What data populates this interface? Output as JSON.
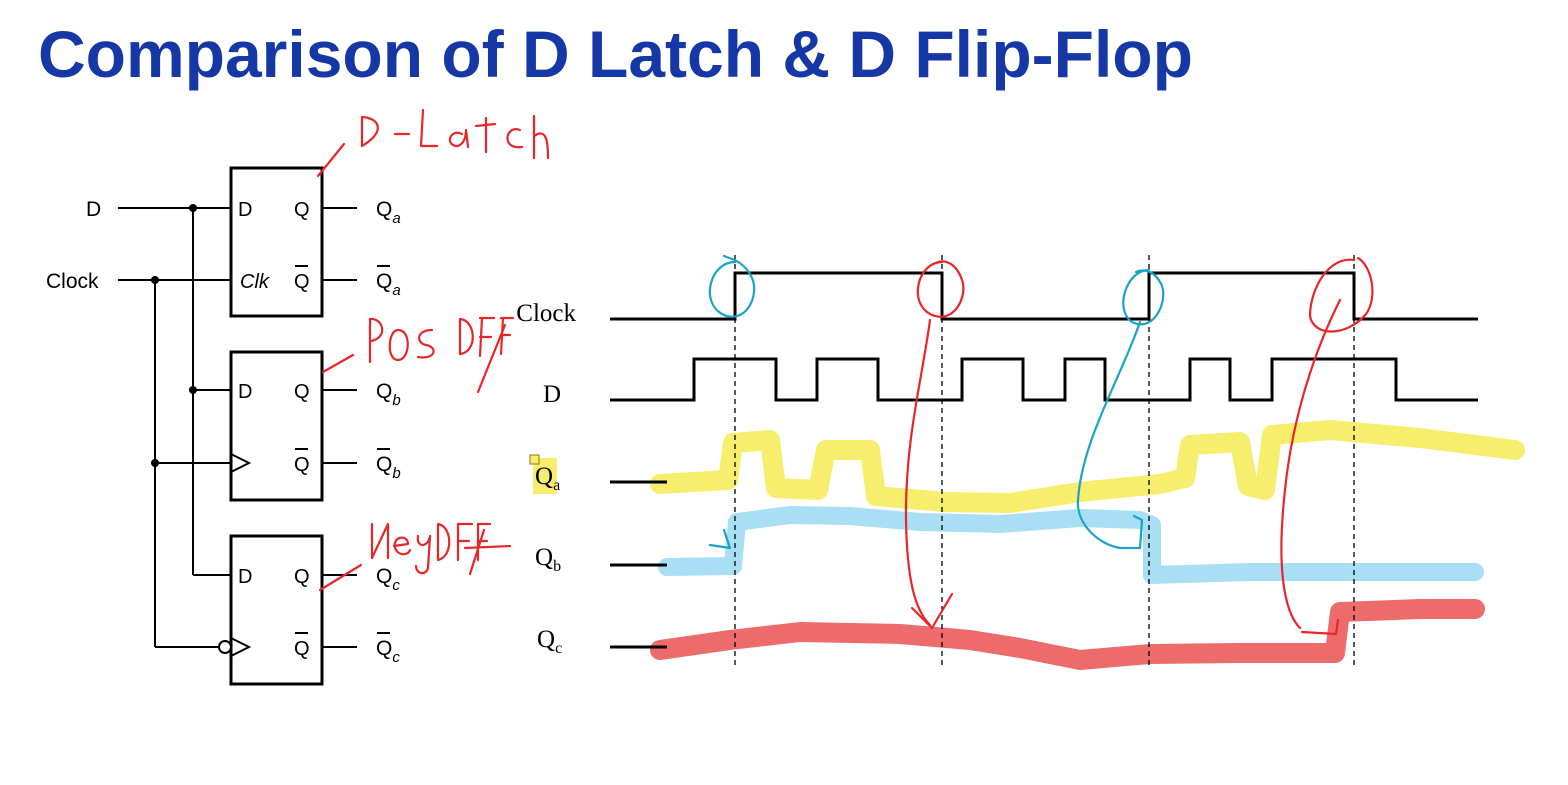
{
  "title": "Comparison of D Latch & D Flip-Flop",
  "circuit": {
    "inputs": {
      "d": "D",
      "clock": "Clock"
    },
    "blocks": [
      {
        "id": "latch",
        "pin_d": "D",
        "pin_q": "Q",
        "pin_clk": "Clk",
        "pin_qbar": "Q",
        "out_q": "Q",
        "out_q_sub": "a",
        "out_qbar": "Q",
        "out_qbar_sub": "a"
      },
      {
        "id": "pos-ff",
        "pin_d": "D",
        "pin_q": "Q",
        "pin_qbar": "Q",
        "out_q": "Q",
        "out_q_sub": "b",
        "out_qbar": "Q",
        "out_qbar_sub": "b"
      },
      {
        "id": "neg-ff",
        "pin_d": "D",
        "pin_q": "Q",
        "pin_qbar": "Q",
        "out_q": "Q",
        "out_q_sub": "c",
        "out_qbar": "Q",
        "out_qbar_sub": "c"
      }
    ]
  },
  "timing": {
    "signals": [
      {
        "name": "Clock",
        "sub": ""
      },
      {
        "name": "D",
        "sub": ""
      },
      {
        "name": "Q",
        "sub": "a"
      },
      {
        "name": "Q",
        "sub": "b"
      },
      {
        "name": "Q",
        "sub": "c"
      }
    ]
  },
  "annotations": {
    "latch_note": "D-Latch",
    "pos_note": "POS DFF",
    "neg_note": "Neg DFF"
  },
  "colors": {
    "title": "#1538a6",
    "highlight_qa": "#f7ee6e",
    "highlight_qb": "#a9dff5",
    "highlight_qc": "#ee6b6b",
    "ink_red": "#e8262a",
    "ink_blue": "#1aa3c9"
  }
}
